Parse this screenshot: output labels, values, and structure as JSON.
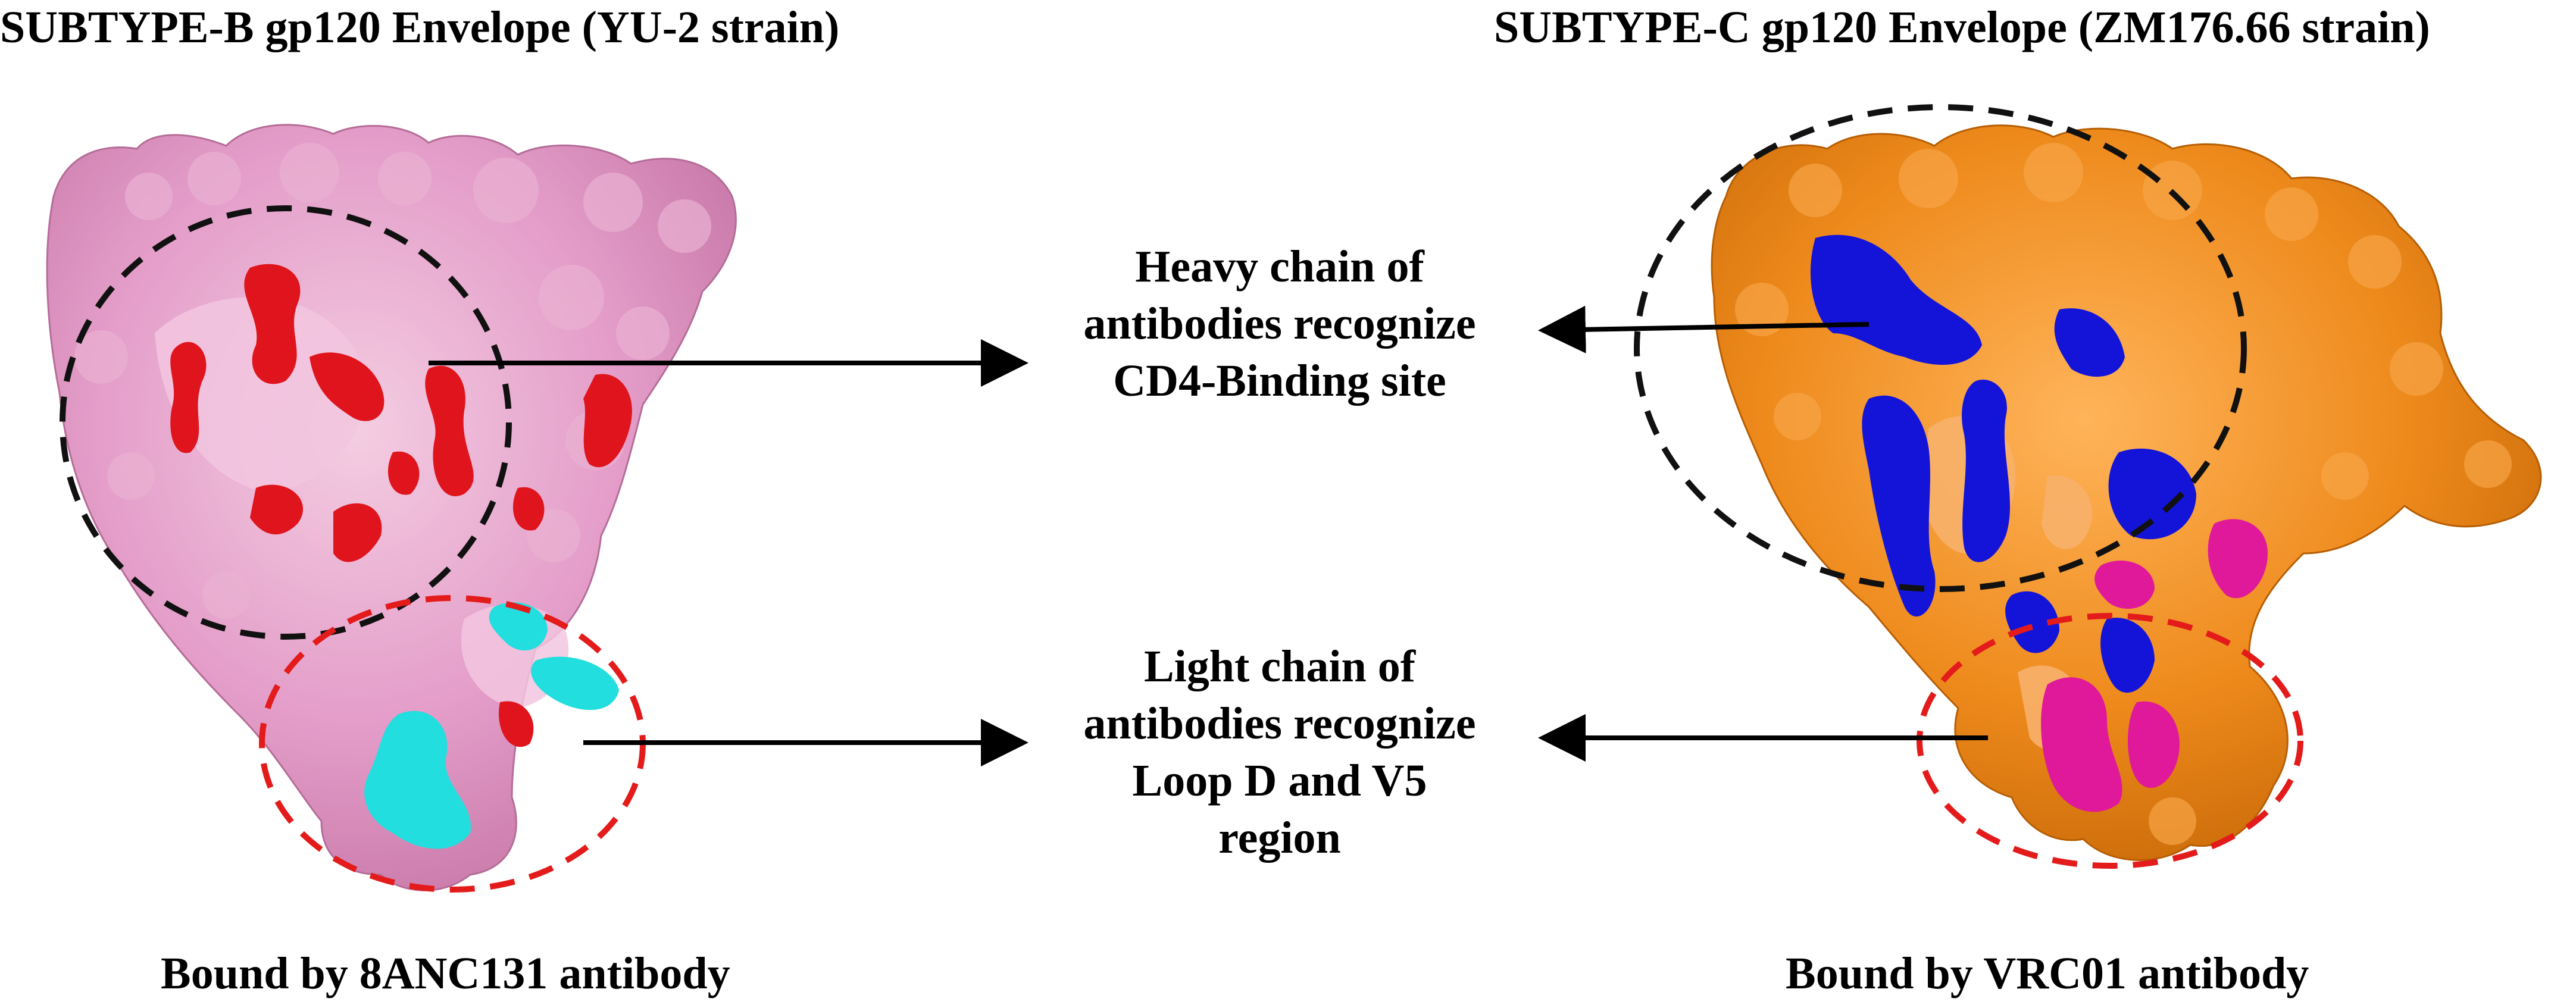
{
  "titles": {
    "left": "SUBTYPE-B gp120 Envelope (YU-2 strain)",
    "right": "SUBTYPE-C gp120 Envelope (ZM176.66 strain)"
  },
  "labels": {
    "heavy": [
      "Heavy chain of",
      "antibodies recognize",
      "CD4-Binding site"
    ],
    "light": [
      "Light chain of",
      "antibodies recognize",
      "Loop D and V5",
      "region"
    ]
  },
  "captions": {
    "left": "Bound by 8ANC131 antibody",
    "right": "Bound by VRC01 antibody"
  },
  "colors": {
    "pink_surface": "#e39cc8",
    "pink_light": "#f2c6df",
    "red_patch": "#e0141c",
    "cyan_patch": "#22dede",
    "orange_surface": "#ee8a1c",
    "orange_light": "#f7b06a",
    "blue_patch": "#1414d8",
    "magenta_patch": "#e0189a",
    "heavy_circle": "#111111",
    "light_circle": "#e31b1b"
  }
}
